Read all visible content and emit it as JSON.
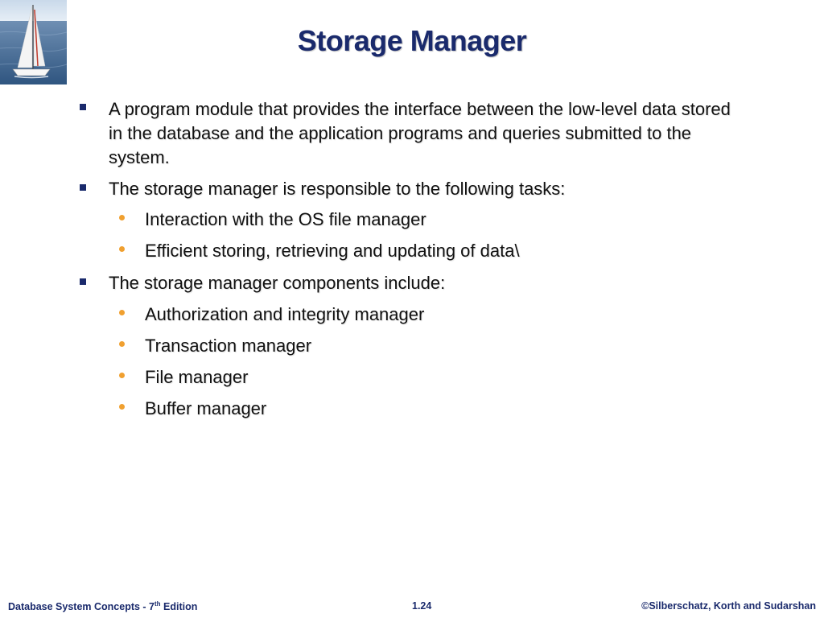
{
  "slide": {
    "title": "Storage Manager"
  },
  "bullets": {
    "b1": "A program module that provides the interface between the low-level data stored in the database and the application programs and queries submitted to the system.",
    "b2": "The storage manager is responsible to the following tasks:",
    "b2_sub": [
      "Interaction with the OS file manager",
      "Efficient storing, retrieving and updating of data\\"
    ],
    "b3": "The storage manager components include:",
    "b3_sub": [
      "Authorization and integrity manager",
      "Transaction manager",
      "File manager",
      "Buffer manager"
    ]
  },
  "footer": {
    "left_prefix": "Database System Concepts - 7",
    "left_sup": "th",
    "left_suffix": " Edition",
    "page": "1.24",
    "right": "©Silberschatz, Korth and Sudarshan"
  },
  "colors": {
    "title": "#1a2a6c",
    "square_bullet": "#1a2a6c",
    "round_bullet": "#f0a030"
  }
}
